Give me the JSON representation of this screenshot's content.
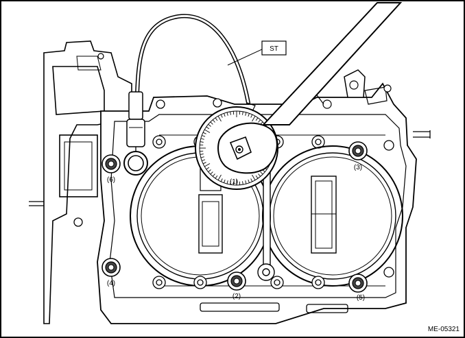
{
  "tool_label": "ST",
  "bolt_labels": {
    "b1": "(1)",
    "b2": "(2)",
    "b3": "(3)",
    "b4": "(4)",
    "b5": "(5)",
    "b6": "(6)"
  },
  "figure_code": "ME-05321"
}
